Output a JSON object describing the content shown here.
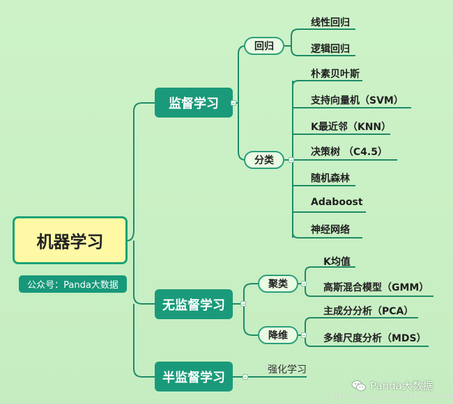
{
  "root": {
    "label": "机器学习",
    "badge": "公众号：Panda大数据"
  },
  "supervised": {
    "label": "监督学习",
    "regression": {
      "label": "回归",
      "items": [
        "线性回归",
        "逻辑回归"
      ]
    },
    "classification": {
      "label": "分类",
      "items": [
        "朴素贝叶斯",
        "支持向量机（SVM）",
        "K最近邻（KNN）",
        "决策树 （C4.5）",
        "随机森林",
        "Adaboost",
        "神经网络"
      ]
    }
  },
  "unsupervised": {
    "label": "无监督学习",
    "clustering": {
      "label": "聚类",
      "items": [
        "K均值",
        "高斯混合模型（GMM）"
      ]
    },
    "reduction": {
      "label": "降维",
      "items": [
        "主成分分析（PCA）",
        "多维尺度分析（MDS）"
      ]
    }
  },
  "semi": {
    "label": "半监督学习",
    "items": [
      "强化学习"
    ]
  },
  "watermark": {
    "brand": "Panda大数据",
    "url": "http://blog.csdn.net/Dove_forehead"
  },
  "colors": {
    "background": "#c9f0c4",
    "node": "#1a9a7a",
    "root_fill": "#fff9a6",
    "line": "#1e8a66"
  }
}
